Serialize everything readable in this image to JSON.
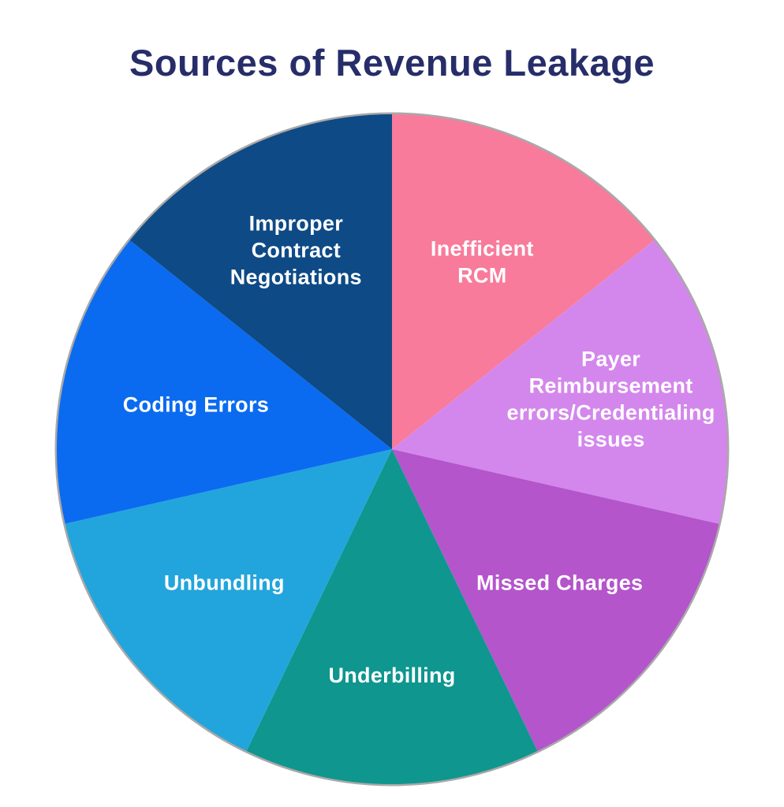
{
  "title": {
    "text": "Sources of Revenue Leakage",
    "color": "#262D69"
  },
  "chart_data": {
    "type": "pie",
    "title": "Sources of Revenue Leakage",
    "direction": "clockwise",
    "start_angle_deg": 0,
    "legend": "none",
    "data_labels": "category-names-inside-slices",
    "label_color": "#FFFFFF",
    "rim_color": "#A9A9A9",
    "slices": [
      {
        "label": "Inefficient RCM",
        "lines": [
          "Inefficient",
          "RCM"
        ],
        "value": 14.29,
        "color": "#F87B9B",
        "label_r": 0.62
      },
      {
        "label": "Payer Reimbursement errors/Credentialing issues",
        "lines": [
          "Payer",
          "Reimbursement",
          "errors/Credentialing",
          "issues"
        ],
        "value": 14.29,
        "color": "#D387EC",
        "label_r": 0.67
      },
      {
        "label": "Missed Charges",
        "lines": [
          "Missed Charges"
        ],
        "value": 14.29,
        "color": "#B455CB",
        "label_r": 0.64
      },
      {
        "label": "Underbilling",
        "lines": [
          "Underbilling"
        ],
        "value": 14.29,
        "color": "#0E968F",
        "label_r": 0.675
      },
      {
        "label": "Unbundling",
        "lines": [
          "Unbundling"
        ],
        "value": 14.29,
        "color": "#22A5DC",
        "label_r": 0.64
      },
      {
        "label": "Coding Errors",
        "lines": [
          "Coding Errors"
        ],
        "value": 14.29,
        "color": "#0B6BF0",
        "label_r": 0.6
      },
      {
        "label": "Improper Contract Negotiations",
        "lines": [
          "Improper",
          "Contract",
          "Negotiations"
        ],
        "value": 14.29,
        "color": "#0E4A86",
        "label_r": 0.66
      }
    ]
  }
}
